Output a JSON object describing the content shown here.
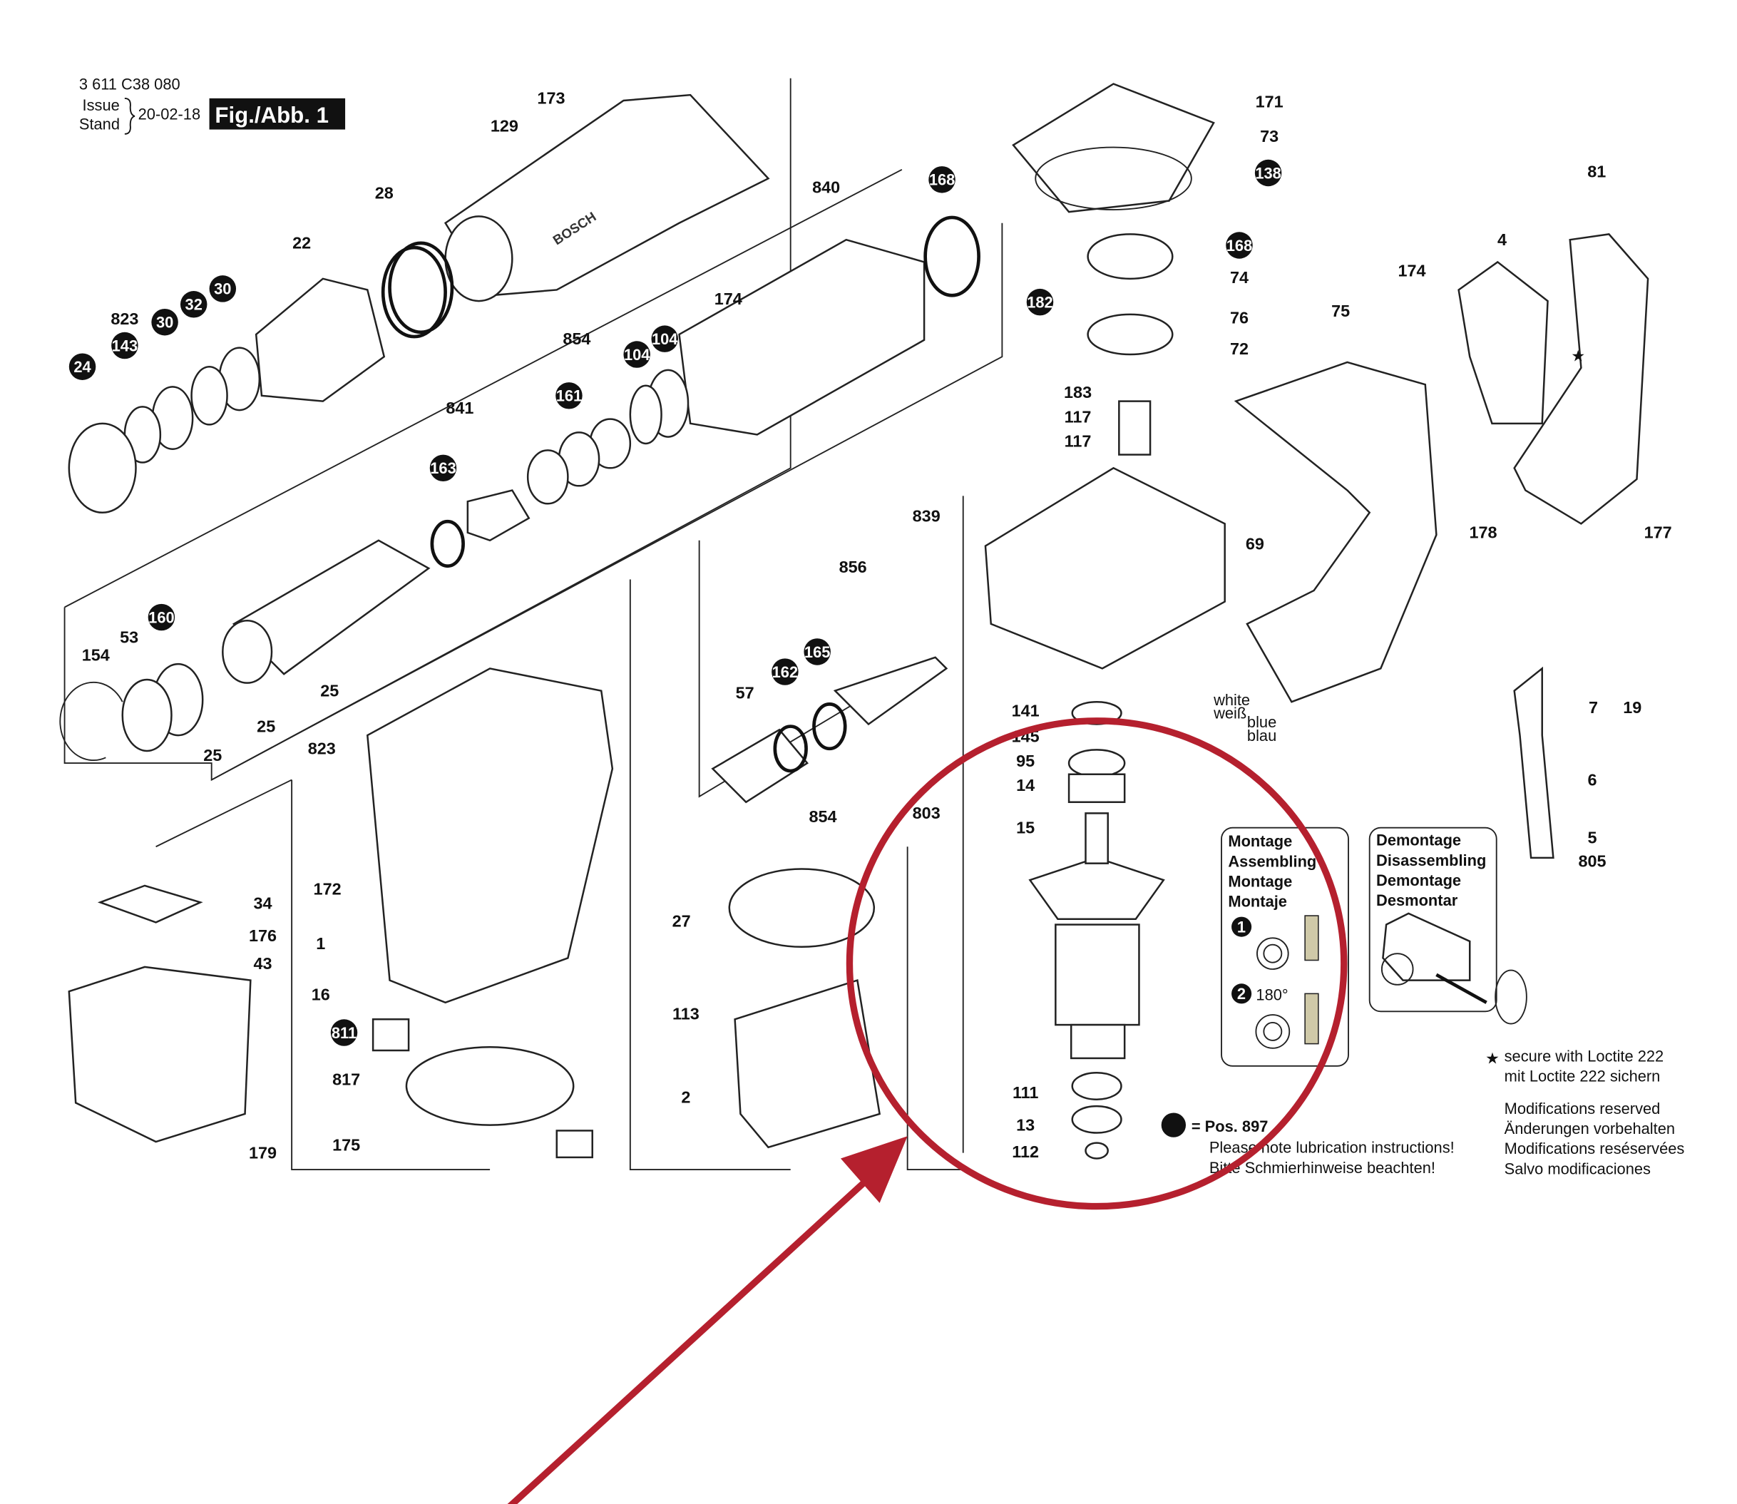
{
  "header": {
    "part_number": "3 611 C38 080",
    "issue_label_en": "Issue",
    "issue_label_de": "Stand",
    "issue_date": "20-02-18",
    "figure_label": "Fig./Abb. 1"
  },
  "callouts": [
    {
      "text": "173",
      "filled": false
    },
    {
      "text": "129",
      "filled": false
    },
    {
      "text": "28",
      "filled": false
    },
    {
      "text": "22",
      "filled": false
    },
    {
      "text": "30",
      "filled": true
    },
    {
      "text": "32",
      "filled": true
    },
    {
      "text": "30",
      "filled": true
    },
    {
      "text": "823",
      "filled": false
    },
    {
      "text": "143",
      "filled": true
    },
    {
      "text": "24",
      "filled": true
    },
    {
      "text": "840",
      "filled": false
    },
    {
      "text": "168",
      "filled": true
    },
    {
      "text": "174",
      "filled": false
    },
    {
      "text": "854",
      "filled": false
    },
    {
      "text": "104",
      "filled": true
    },
    {
      "text": "104",
      "filled": true
    },
    {
      "text": "161",
      "filled": true
    },
    {
      "text": "841",
      "filled": false
    },
    {
      "text": "163",
      "filled": true
    },
    {
      "text": "160",
      "filled": true
    },
    {
      "text": "53",
      "filled": false
    },
    {
      "text": "154",
      "filled": false
    },
    {
      "text": "25",
      "filled": false
    },
    {
      "text": "25",
      "filled": false
    },
    {
      "text": "25",
      "filled": false
    },
    {
      "text": "823",
      "filled": false
    },
    {
      "text": "856",
      "filled": false
    },
    {
      "text": "165",
      "filled": true
    },
    {
      "text": "162",
      "filled": true
    },
    {
      "text": "57",
      "filled": false
    },
    {
      "text": "854",
      "filled": false
    },
    {
      "text": "171",
      "filled": false
    },
    {
      "text": "73",
      "filled": false
    },
    {
      "text": "138",
      "filled": true
    },
    {
      "text": "168",
      "filled": true
    },
    {
      "text": "74",
      "filled": false
    },
    {
      "text": "182",
      "filled": true
    },
    {
      "text": "76",
      "filled": false
    },
    {
      "text": "72",
      "filled": false
    },
    {
      "text": "183",
      "filled": false
    },
    {
      "text": "117",
      "filled": false
    },
    {
      "text": "117",
      "filled": false
    },
    {
      "text": "839",
      "filled": false
    },
    {
      "text": "69",
      "filled": false
    },
    {
      "text": "81",
      "filled": false
    },
    {
      "text": "4",
      "filled": false
    },
    {
      "text": "174",
      "filled": false
    },
    {
      "text": "75",
      "filled": false
    },
    {
      "text": "178",
      "filled": false
    },
    {
      "text": "177",
      "filled": false
    },
    {
      "text": "7",
      "filled": false
    },
    {
      "text": "19",
      "filled": false
    },
    {
      "text": "6",
      "filled": false
    },
    {
      "text": "5",
      "filled": false
    },
    {
      "text": "805",
      "filled": false
    },
    {
      "text": "141",
      "filled": false
    },
    {
      "text": "145",
      "filled": false
    },
    {
      "text": "95",
      "filled": false
    },
    {
      "text": "14",
      "filled": false
    },
    {
      "text": "803",
      "filled": false
    },
    {
      "text": "15",
      "filled": false
    },
    {
      "text": "111",
      "filled": false
    },
    {
      "text": "13",
      "filled": false
    },
    {
      "text": "112",
      "filled": false
    },
    {
      "text": "34",
      "filled": false
    },
    {
      "text": "176",
      "filled": false
    },
    {
      "text": "43",
      "filled": false
    },
    {
      "text": "179",
      "filled": false
    },
    {
      "text": "172",
      "filled": false
    },
    {
      "text": "1",
      "filled": false
    },
    {
      "text": "16",
      "filled": false
    },
    {
      "text": "811",
      "filled": true
    },
    {
      "text": "817",
      "filled": false
    },
    {
      "text": "175",
      "filled": false
    },
    {
      "text": "27",
      "filled": false
    },
    {
      "text": "113",
      "filled": false
    },
    {
      "text": "2",
      "filled": false
    }
  ],
  "wires": {
    "white_en": "white",
    "white_de": "weiß",
    "blue_en": "blue",
    "blue_de": "blau"
  },
  "assembling_box": {
    "lines": [
      "Montage",
      "Assembling",
      "Montage",
      "Montaje"
    ],
    "step1": "1",
    "step2": "2",
    "angle": "180°"
  },
  "disassembling_box": {
    "lines": [
      "Demontage",
      "Disassembling",
      "Demontage",
      "Desmontar"
    ]
  },
  "lubrication": {
    "pos": "= Pos. 897",
    "line1": "Please note lubrication instructions!",
    "line2": "Bitte Schmierhinweise beachten!"
  },
  "loctite": {
    "star": "★",
    "line1": "secure with Loctite 222",
    "line2": "mit Loctite 222 sichern"
  },
  "modifications": [
    "Modifications reserved",
    "Änderungen vorbehalten",
    "Modifications reséservées",
    "Salvo modificaciones"
  ],
  "brand_marks": [
    "BOSCH"
  ],
  "annotation_color": "#b5202e"
}
